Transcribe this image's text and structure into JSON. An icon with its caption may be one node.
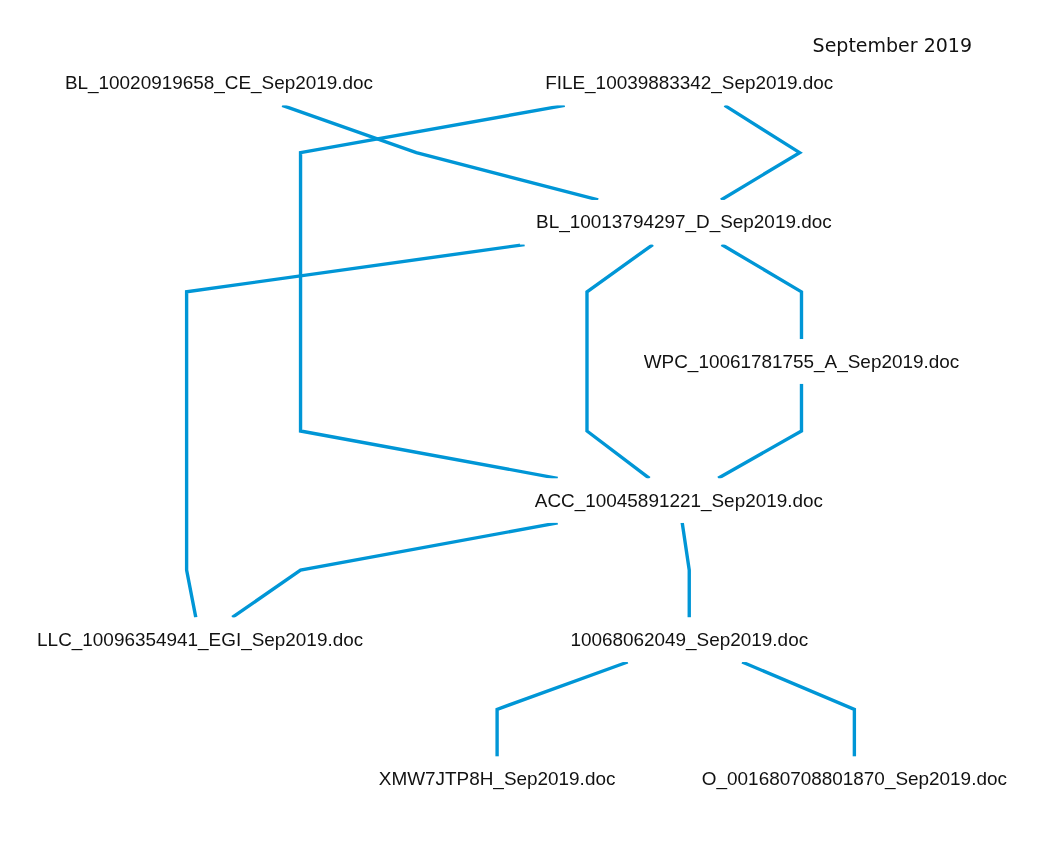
{
  "diagram": {
    "title": "September 2019",
    "nodes": [
      {
        "text": [
          "BL_10020919658_CE_Sep2019.doc"
        ]
      },
      {
        "text": [
          "FILE_10039883342_Sep2019.doc"
        ]
      },
      {
        "text": [
          "BL_10013794297_D_Sep2019.doc"
        ]
      },
      {
        "text": [
          "WPC_10061781755_A_Sep2019.doc"
        ]
      },
      {
        "text": [
          "ACC_10045891221_Sep2019.doc"
        ]
      },
      {
        "text": [
          "LLC_10096354941_EGI_Sep2019.doc"
        ]
      },
      {
        "text": [
          "10068062049_Sep2019.doc"
        ]
      },
      {
        "text": [
          "XMW7JTP8H_Sep2019.doc"
        ]
      },
      {
        "text": [
          "O_001680708801870_Sep2019.doc"
        ]
      }
    ],
    "edges": [
      {
        "from": 0,
        "to": 2,
        "arrow": "none"
      },
      {
        "from": 1,
        "to": 2,
        "arrow": "none"
      },
      {
        "from": 1,
        "to": 4,
        "arrow": "none"
      },
      {
        "from": 2,
        "to": 3,
        "arrow": "none"
      },
      {
        "from": 2,
        "to": 4,
        "arrow": "none"
      },
      {
        "from": 2,
        "to": 5,
        "arrow": "none"
      },
      {
        "from": 3,
        "to": 4,
        "arrow": "none"
      },
      {
        "from": 4,
        "to": 5,
        "arrow": "none"
      },
      {
        "from": 4,
        "to": 6,
        "arrow": "none"
      },
      {
        "from": 6,
        "to": 7,
        "arrow": "none"
      },
      {
        "from": 6,
        "to": 8,
        "arrow": "none"
      }
    ]
  }
}
